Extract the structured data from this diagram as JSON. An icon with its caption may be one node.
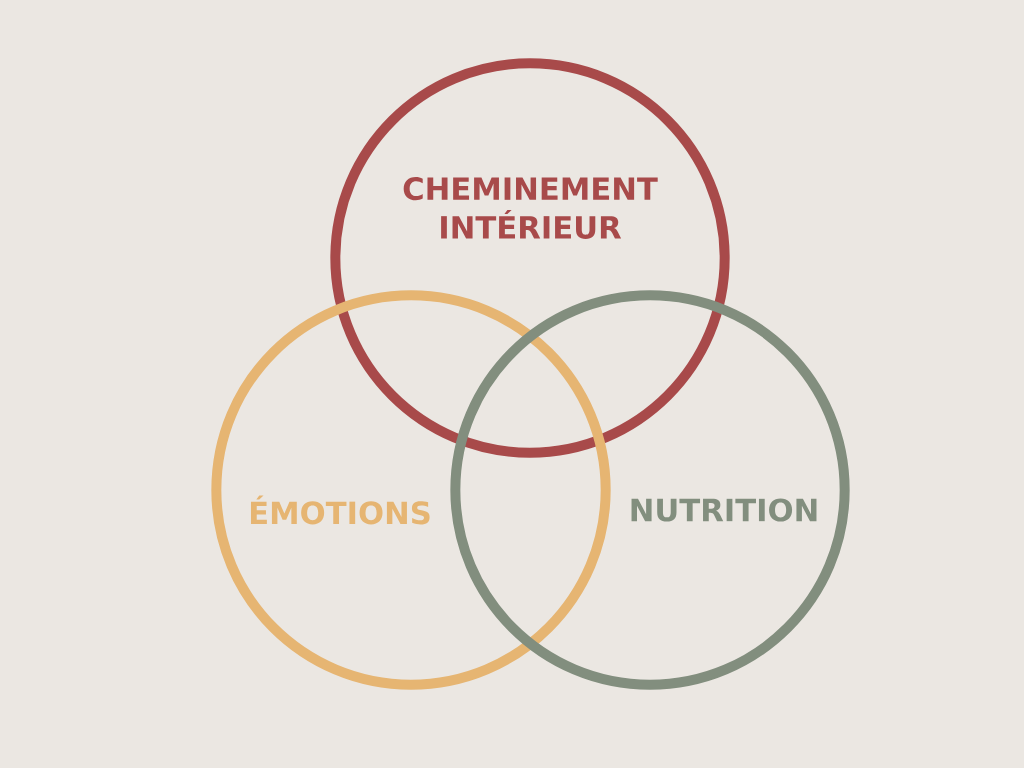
{
  "diagram": {
    "nodes": [
      {
        "text": [
          "CHEMINEMENT INTÉRIEUR"
        ]
      },
      {
        "text": [
          "ÉMOTIONS"
        ]
      },
      {
        "text": [
          "NUTRITION"
        ]
      }
    ]
  }
}
